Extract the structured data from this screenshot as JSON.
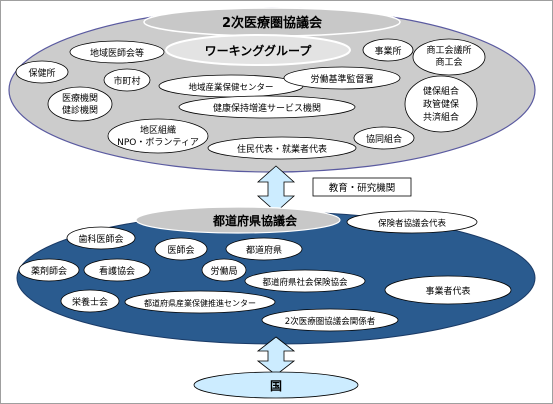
{
  "upper_council": {
    "title": "2次医療圏協議会",
    "working_group": "ワーキンググループ",
    "members": {
      "local_medical_assoc": "地域医師会等",
      "health_center": "保健所",
      "municipality": "市町村",
      "regional_ohs_center": "地域産業保健センター",
      "medical_facilities_line1": "医療機関",
      "medical_facilities_line2": "健診機関",
      "labor_standards": "労働基準監督署",
      "health_promotion_service": "健康保持増進サービス機関",
      "community_org_line1": "地区組織",
      "community_org_line2": "NPO・ボランティア",
      "resident_worker_rep": "住民代表・就業者代表",
      "cooperative": "協同組合",
      "business_office": "事業所",
      "chamber_line1": "商工会議所",
      "chamber_line2": "商工会",
      "insurer_line1": "健保組合",
      "insurer_line2": "政管健保",
      "insurer_line3": "共済組合"
    }
  },
  "education_research": "教育・研究機関",
  "lower_council": {
    "title": "都道府県協議会",
    "members": {
      "insurer_council_rep": "保険者協議会代表",
      "dental_assoc": "歯科医師会",
      "medical_assoc": "医師会",
      "prefecture": "都道府県",
      "pharmacist_assoc": "薬剤師会",
      "nursing_assoc": "看護協会",
      "labor_bureau": "労働局",
      "social_insurance_office": "都道府県社会保険協会",
      "employer_rep": "事業者代表",
      "dietitian_assoc": "栄養士会",
      "prefectural_ohs_center": "都道府県産業保健推進センター",
      "secondary_council_staff": "2次医療圏協議会関係者"
    }
  },
  "national": "国",
  "colors": {
    "upper_fill": "#cccccc",
    "lower_fill": "#2a5b8f",
    "oval_fill": "#ffffff",
    "title_fill": "#c8c8c8",
    "arrow_fill": "#ccecff",
    "outline": "#5a5aa0"
  }
}
